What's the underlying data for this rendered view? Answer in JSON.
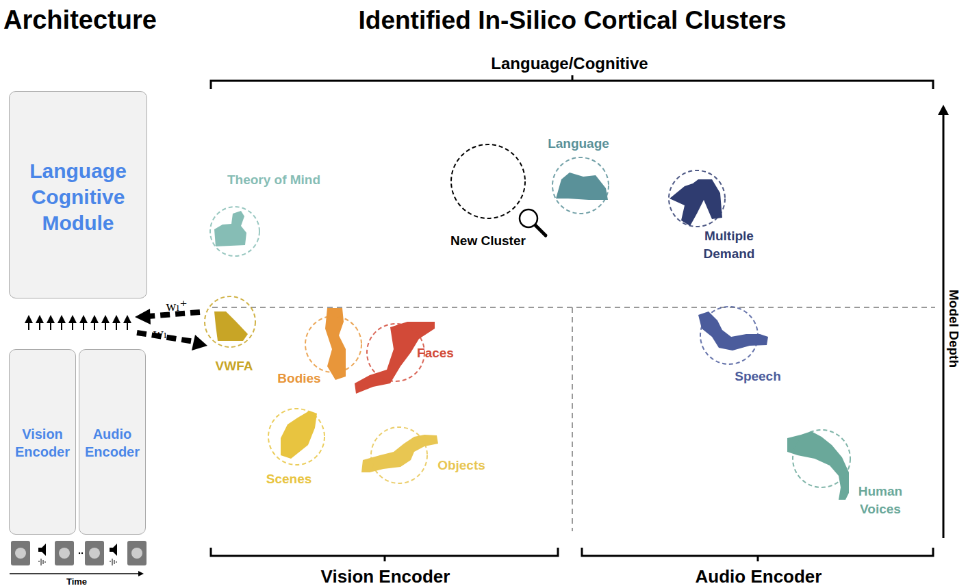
{
  "diagram": {
    "title": "Identified In-Silico Cortical Clusters",
    "nodes": [
      {
        "text": [
          "Language Cognitive Module"
        ]
      },
      {
        "text": [
          "Vision Encoder"
        ]
      },
      {
        "text": [
          "Audio Encoder"
        ]
      },
      {
        "text": [
          "Theory of Mind"
        ]
      },
      {
        "text": [
          "New Cluster"
        ]
      },
      {
        "text": [
          "Language"
        ]
      },
      {
        "text": [
          "Multiple Demand"
        ]
      },
      {
        "text": [
          "VWFA"
        ]
      },
      {
        "text": [
          "Bodies"
        ]
      },
      {
        "text": [
          "Faces"
        ]
      },
      {
        "text": [
          "Speech"
        ]
      },
      {
        "text": [
          "Scenes"
        ]
      },
      {
        "text": [
          "Objects"
        ]
      },
      {
        "text": [
          "Human Voices"
        ]
      }
    ],
    "labels": [
      "Architecture",
      "Language/Cognitive",
      "Model Depth",
      "wₗ⁺",
      "wₗ",
      "Vision Encoder",
      "Audio Encoder",
      "Time"
    ]
  }
}
